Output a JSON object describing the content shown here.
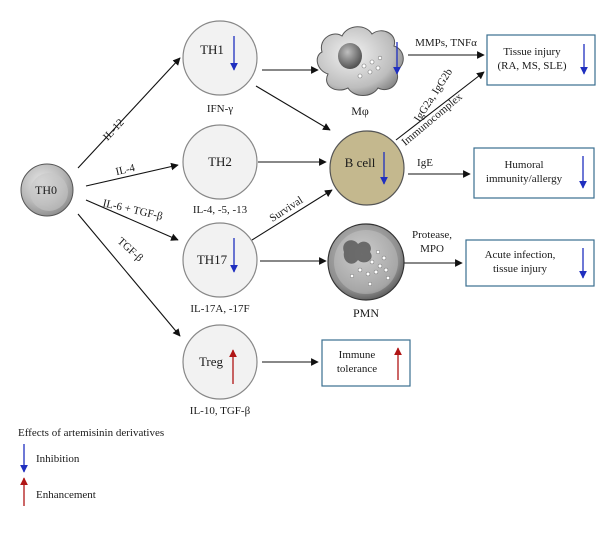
{
  "nodes": {
    "th0": "TH0",
    "th1": "TH1",
    "th2": "TH2",
    "th17": "TH17",
    "treg": "Treg",
    "bcell": "B cell",
    "macrophage": "Mφ",
    "pmn": "PMN"
  },
  "cytokines": {
    "th1": "IFN-γ",
    "th2": "IL-4, -5, -13",
    "th17": "IL-17A, -17F",
    "treg": "IL-10, TGF-β"
  },
  "edges": {
    "il12": "IL-12",
    "il4": "IL-4",
    "il6tgfb": "IL-6 + TGF-β",
    "tgfb": "TGF-β",
    "survival": "Survival",
    "mmps": "MMPs, TNFα",
    "igg": "IgG2a, IgG2b",
    "immunocomplex": "Immunocomplex",
    "ige": "IgE",
    "protease": "Protease,",
    "mpo": "MPO"
  },
  "outcomes": {
    "tissue_injury": [
      "Tissue injury",
      "(RA, MS, SLE)"
    ],
    "humoral": [
      "Humoral",
      "immunity/allergy"
    ],
    "acute": [
      "Acute infection,",
      "tissue injury"
    ],
    "tolerance": [
      "Immune",
      "tolerance"
    ]
  },
  "legend": {
    "title": "Effects of artemisinin derivatives",
    "inhibition": "Inhibition",
    "enhancement": "Enhancement"
  },
  "colors": {
    "inhibition": "#1f2fbf",
    "enhancement": "#b01515",
    "box_border": "#3a6f8f",
    "bcell_fill": "#c4b88e",
    "cell_fill": "#f2f2f2"
  }
}
